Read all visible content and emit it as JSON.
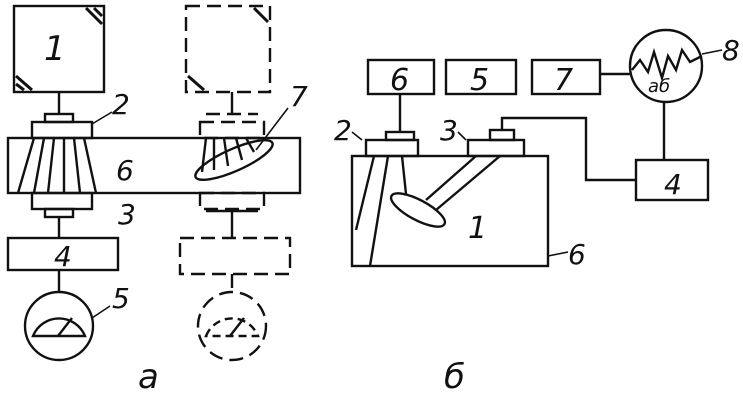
{
  "figure_a": {
    "caption": "а",
    "labels": {
      "unit1": "1",
      "unit2": "2",
      "body": "6",
      "unit3": "3",
      "unit4": "4",
      "unit5": "5",
      "unit7": "7"
    }
  },
  "figure_b": {
    "caption": "б",
    "labels": {
      "box6": "6",
      "box5": "5",
      "box7": "7",
      "ab": "аб",
      "unit8": "8",
      "unit2": "2",
      "unit3": "3",
      "unit4": "4",
      "defect1": "1",
      "body6": "6"
    }
  }
}
